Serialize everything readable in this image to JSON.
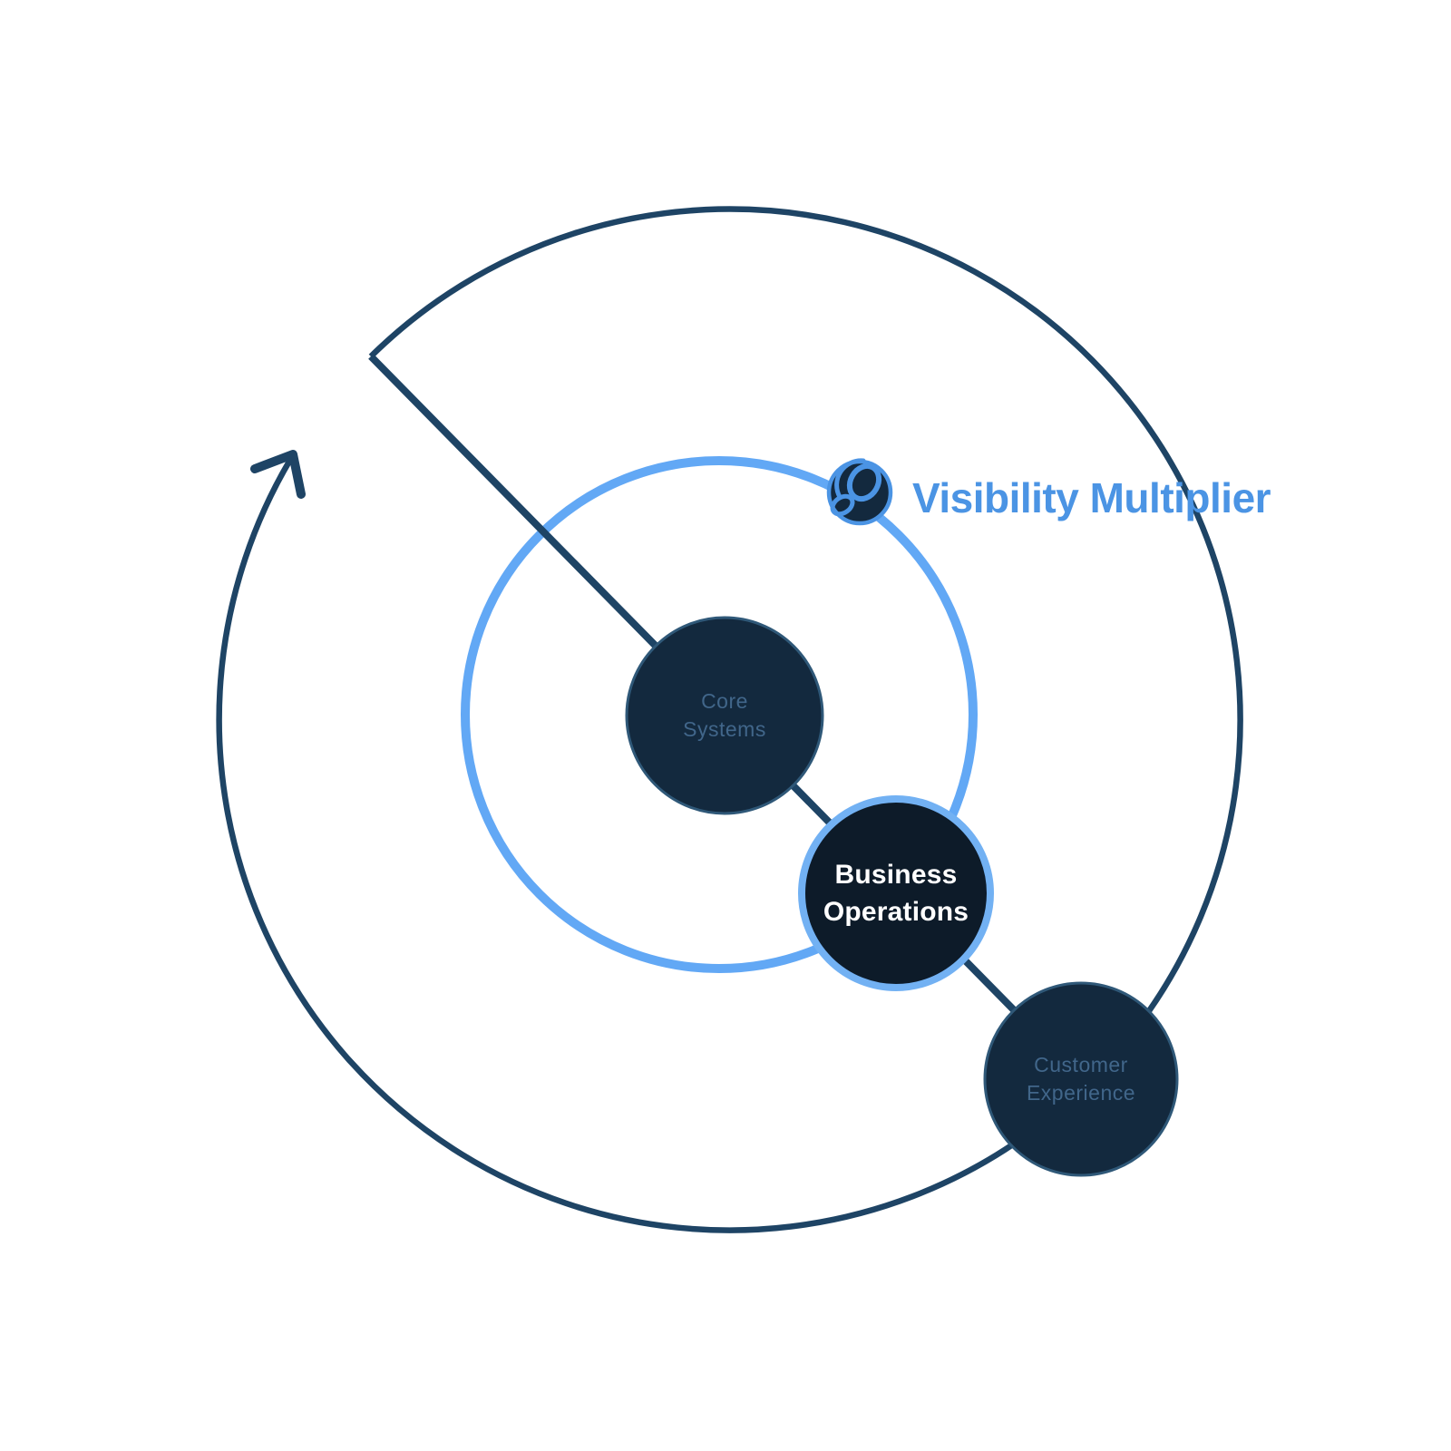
{
  "diagram": {
    "heading_label": "Visibility Multiplier",
    "nodes": [
      {
        "name": "core-systems",
        "line1": "Core",
        "line2": "Systems",
        "emphasis": "muted"
      },
      {
        "name": "business-operations",
        "line1": "Business",
        "line2": "Operations",
        "emphasis": "highlight"
      },
      {
        "name": "customer-experience",
        "line1": "Customer",
        "line2": "Experience",
        "emphasis": "muted"
      }
    ],
    "icon": {
      "name": "orbit-sphere-icon"
    },
    "colors": {
      "background": "#ffffff",
      "dark_stroke": "#1e4465",
      "ring_blue": "#62a8f5",
      "node_dark_fill": "#13293e",
      "node_dark_stroke": "#2f5878",
      "node_muted_text": "#41668a",
      "highlight_fill": "#0d1b29",
      "highlight_stroke": "#72b1f3",
      "highlight_text": "#ffffff",
      "label_blue": "#4b94e4"
    }
  }
}
